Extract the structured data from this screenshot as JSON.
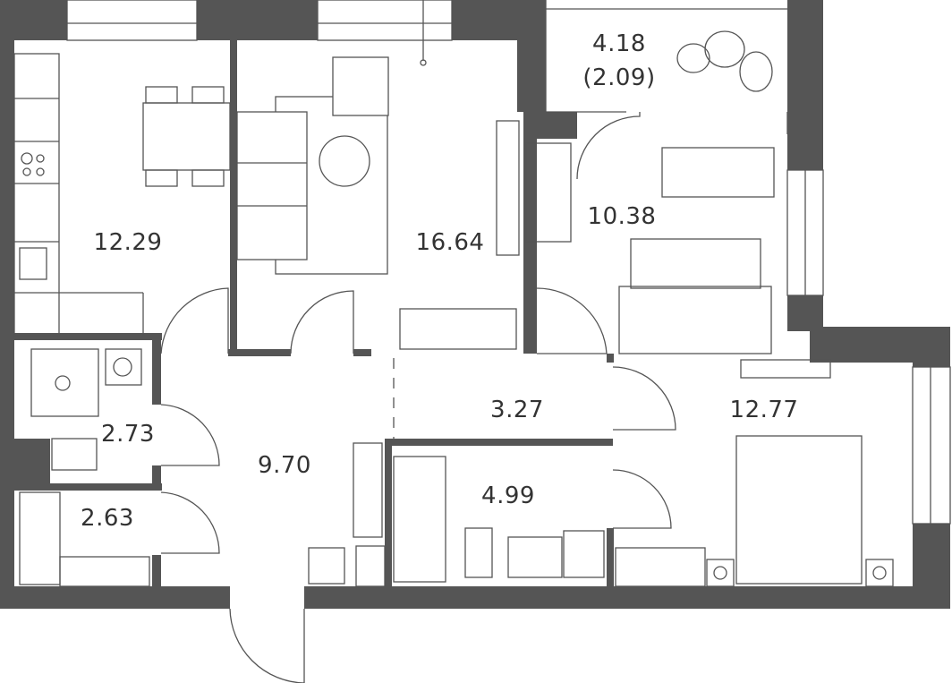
{
  "plan": {
    "wall_color": "#555555",
    "rooms": [
      {
        "id": "kitchen",
        "area": "12.29"
      },
      {
        "id": "living-room",
        "area": "16.64"
      },
      {
        "id": "balcony",
        "area": "4.18",
        "area_reduced": "(2.09)"
      },
      {
        "id": "bedroom-kids",
        "area": "10.38"
      },
      {
        "id": "bathroom-small",
        "area": "2.73"
      },
      {
        "id": "storage",
        "area": "2.63"
      },
      {
        "id": "hallway",
        "area": "9.70"
      },
      {
        "id": "corridor",
        "area": "3.27"
      },
      {
        "id": "bathroom",
        "area": "4.99"
      },
      {
        "id": "bedroom",
        "area": "12.77"
      }
    ]
  }
}
